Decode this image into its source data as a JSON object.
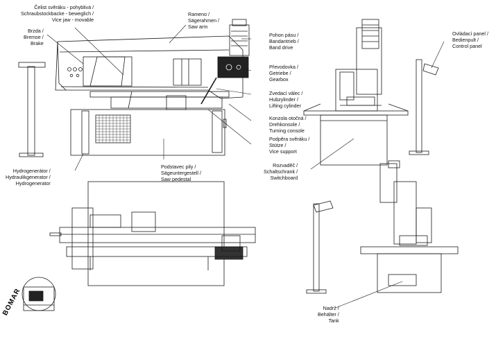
{
  "labels": {
    "vice_jaw": [
      "Čelist svěráku - pohyblivá /",
      "Schraubstockbacke - beweglich /",
      "Vice jaw - movable"
    ],
    "brake": [
      "Brzda /",
      "Bremse /",
      "Brake"
    ],
    "saw_arm": [
      "Rameno /",
      "Sägerahmen /",
      "Saw arm"
    ],
    "band_drive": [
      "Pohon pásu /",
      "Bandantrieb /",
      "Band drive"
    ],
    "gearbox": [
      "Převodovka /",
      "Getriebe /",
      "Gearbox"
    ],
    "lifting_cylinder": [
      "Zvedací válec /",
      "Hubzylinder /",
      "Lifting cylinder"
    ],
    "turning_console": [
      "Konzola otočná /",
      "Drehkonsole /",
      "Turning console"
    ],
    "vice_support": [
      "Podpěra svěráku /",
      "Stütze /",
      "Vice support"
    ],
    "control_panel": [
      "Ovládací panel /",
      "Bedienpult /",
      "Control panel"
    ],
    "switchboard": [
      "Rozvaděč /",
      "Schaltschrank /",
      "Switchboard"
    ],
    "hydrogenerator": [
      "Hydrogenerátor /",
      "Hydraulikgenerator /",
      "Hydrogenerator"
    ],
    "saw_pedestal": [
      "Podstavec pily /",
      "Sägeuntergestell /",
      "Saw pedestal"
    ],
    "tank": [
      "Nadrž /",
      "Behälter /",
      "Tank"
    ]
  },
  "logo_text": "BOMAR",
  "colors": {
    "line": "#1a1a1a",
    "fill_dark": "#222222",
    "bg": "#ffffff"
  }
}
